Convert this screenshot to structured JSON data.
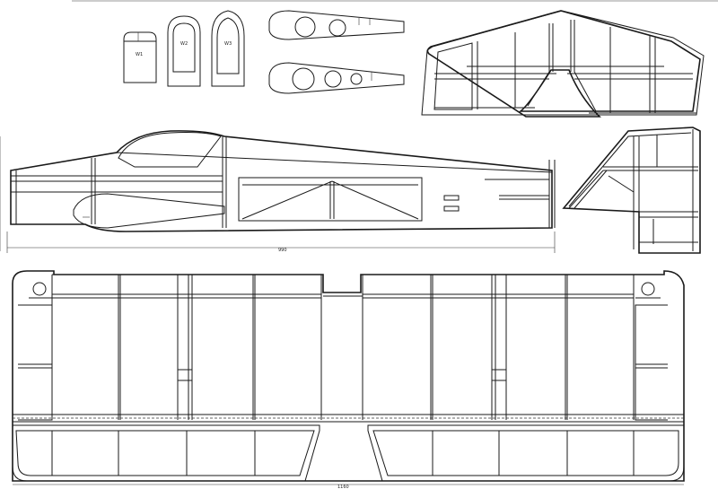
{
  "former_labels": [
    "W1",
    "W2",
    "W3"
  ],
  "dimensions": {
    "fuselage_length": "990",
    "wing_span": "1160"
  },
  "colors": {
    "line": "#1a1a1a",
    "background": "#ffffff"
  }
}
